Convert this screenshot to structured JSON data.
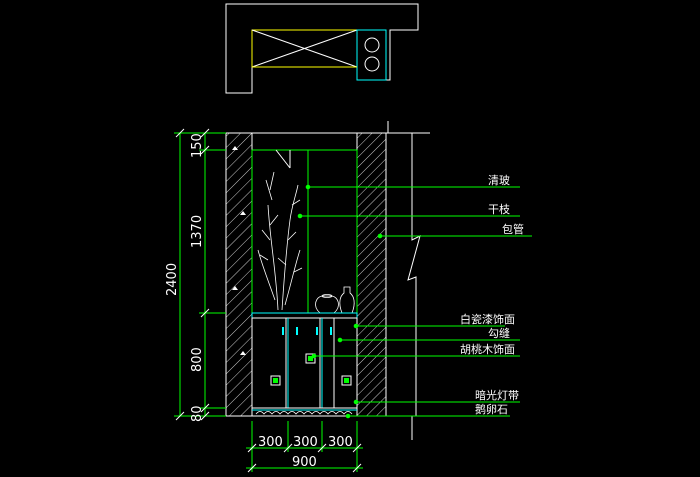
{
  "annotations": [
    {
      "key": "glass",
      "text": "清玻"
    },
    {
      "key": "branch",
      "text": "干枝"
    },
    {
      "key": "pipe",
      "text": "包管"
    },
    {
      "key": "paint",
      "text": "白瓷漆饰面"
    },
    {
      "key": "groove",
      "text": "勾缝"
    },
    {
      "key": "walnut",
      "text": "胡桃木饰面"
    },
    {
      "key": "led",
      "text": "暗光灯带"
    },
    {
      "key": "pebble",
      "text": "鹅卵石"
    }
  ],
  "dimensions": {
    "total_height": "2400",
    "heights": [
      "150",
      "1370",
      "800",
      "80"
    ],
    "widths": [
      "300",
      "300",
      "300"
    ],
    "total_width": "900"
  },
  "colors": {
    "background": "#000000",
    "line": "#ffffff",
    "leader": "#00ff00",
    "accent": "#00ffff",
    "yellow": "#ffff00"
  }
}
